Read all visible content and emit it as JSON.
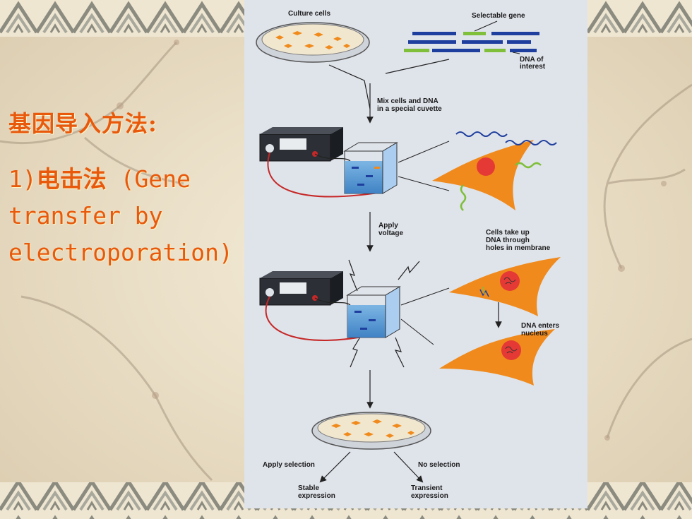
{
  "slide": {
    "heading": "基因导入方法:",
    "method_prefix": "1)",
    "method_cn": "电击法",
    "method_en_1": " (Gene",
    "method_en_2": "transfer by",
    "method_en_3": "electroporation)"
  },
  "figure": {
    "culture_cells": "Culture cells",
    "selectable_gene": "Selectable gene",
    "dna_of_interest_1": "DNA of",
    "dna_of_interest_2": "interest",
    "mix_1": "Mix cells and DNA",
    "mix_2": "in a special cuvette",
    "apply_voltage_1": "Apply",
    "apply_voltage_2": "voltage",
    "take_up_1": "Cells take up",
    "take_up_2": "DNA through",
    "take_up_3": "holes in membrane",
    "enters_1": "DNA enters",
    "enters_2": "nucleus",
    "apply_selection": "Apply selection",
    "no_selection": "No selection",
    "stable_1": "Stable",
    "stable_2": "expression",
    "transient_1": "Transient",
    "transient_2": "expression"
  },
  "colors": {
    "title_orange": "#e8590c",
    "cell_orange": "#f08a1c",
    "dna_blue": "#1f3f9e",
    "dna_green": "#7fbf3a",
    "wire_red": "#c62828",
    "liquid_blue": "#5b9fd6"
  }
}
